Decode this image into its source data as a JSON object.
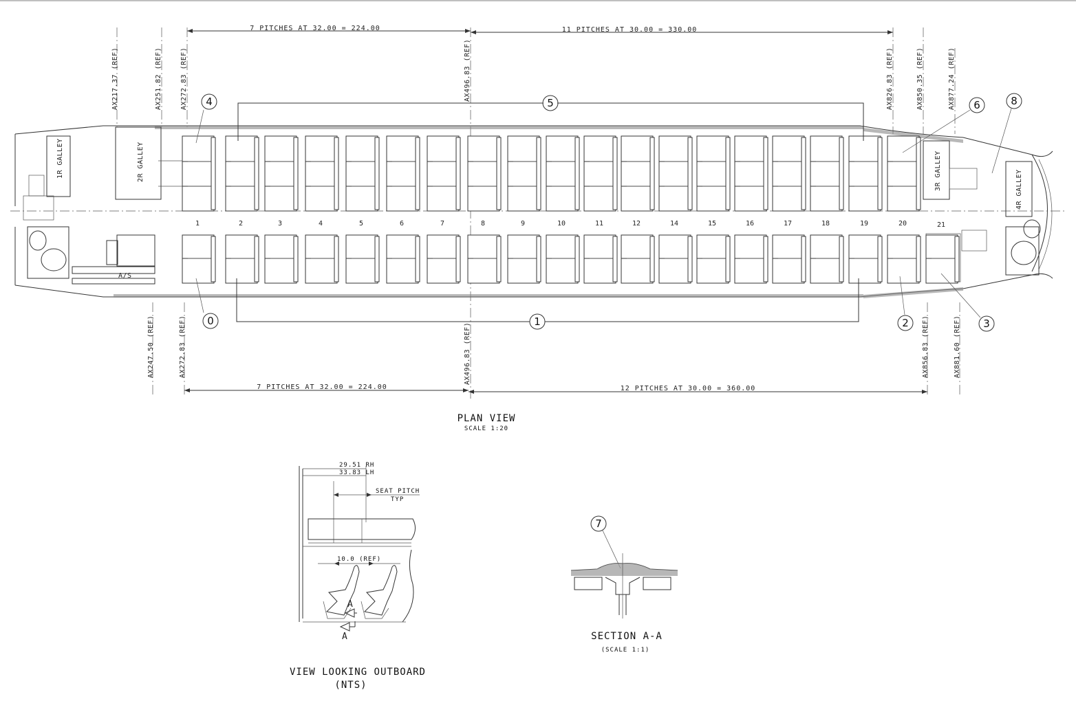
{
  "plan_view": {
    "title": "PLAN VIEW",
    "scale": "SCALE 1:20",
    "dims": {
      "top_left": "7 PITCHES AT 32.00 = 224.00",
      "top_right": "11 PITCHES AT 30.00 = 330.00",
      "bottom_left": "7 PITCHES AT 32.00 = 224.00",
      "bottom_right": "12 PITCHES AT 30.00 = 360.00"
    },
    "stations_top": [
      "AX217.37 (REF)",
      "AX251.82 (REF)",
      "AX272.83 (REF)",
      "AX496.83 (REF)",
      "AX826.83 (REF)",
      "AX850.35 (REF)",
      "AX877.24 (REF)"
    ],
    "stations_bottom": [
      "AX247.50 (REF)",
      "AX272.83 (REF)",
      "AX496.83 (REF)",
      "AX856.83 (REF)",
      "AX881.60 (REF)"
    ],
    "galleys": [
      "1R GALLEY",
      "2R GALLEY",
      "3R GALLEY",
      "4R GALLEY"
    ],
    "aisle_label": "A/S",
    "row_numbers": [
      "1",
      "2",
      "3",
      "4",
      "5",
      "6",
      "7",
      "8",
      "9",
      "10",
      "11",
      "12",
      "14",
      "15",
      "16",
      "17",
      "18",
      "19",
      "20",
      "21"
    ],
    "callouts": [
      "0",
      "1",
      "2",
      "3",
      "4",
      "5",
      "6",
      "8"
    ]
  },
  "outboard_view": {
    "title": "VIEW LOOKING OUTBOARD",
    "subtitle": "(NTS)",
    "dim_rh": "29.51 RH",
    "dim_lh": "33.83 LH",
    "seat_pitch": "SEAT PITCH",
    "typ": "TYP",
    "ref": "10.0 (REF)",
    "section_mark": "A"
  },
  "section_view": {
    "title": "SECTION A-A",
    "scale": "(SCALE 1:1)",
    "callout": "7"
  }
}
